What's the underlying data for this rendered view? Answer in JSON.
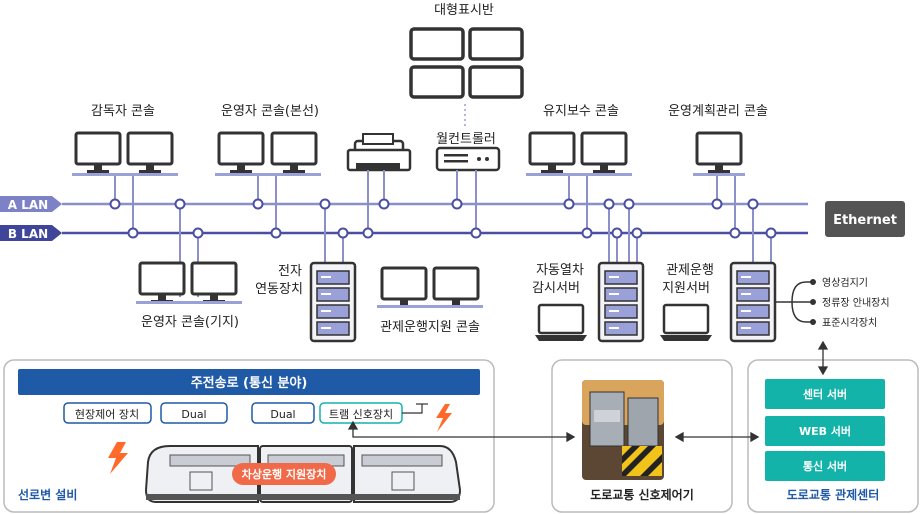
{
  "top": {
    "display_label": "대형표시반",
    "wallctrl_label": "월컨트롤러",
    "ethernet": "Ethernet"
  },
  "lan": {
    "a": "A LAN",
    "b": "B LAN"
  },
  "consoles": {
    "supervisor": "감독자 콘솔",
    "operator_main": "운영자 콘솔(본선)",
    "maintenance": "유지보수 콘솔",
    "planning": "운영계획관리 콘솔",
    "operator_depot": "운영자 콘솔(기지)",
    "control_support": "관제운행지원 콘솔"
  },
  "servers": {
    "interlock": [
      "전자",
      "연동장치"
    ],
    "train_monitor": [
      "자동열차",
      "감시서버"
    ],
    "control_support": [
      "관제운행",
      "지원서버"
    ]
  },
  "outputs": [
    "영상검지기",
    "정류장 안내장치",
    "표준시각장치"
  ],
  "wayside": {
    "banner": "주전송로 (통신 분야)",
    "site_control": "현장제어 장치",
    "dual1": "Dual",
    "dual2": "Dual",
    "tram_signal": "트램 신호장치",
    "onboard": "차상운행 지원장치",
    "caption": "선로변 설비"
  },
  "road_signal": {
    "caption": "도로교통 신호제어기"
  },
  "road_center": {
    "center_server": "센터 서버",
    "web_server": "WEB 서버",
    "comm_server": "통신 서버",
    "caption": "도로교통 관제센터"
  },
  "colors": {
    "lan_a": "#8b90c9",
    "lan_b": "#4a4fa3",
    "lan_label_a": "#7d82c6",
    "lan_label_b": "#3f4599",
    "ethernet": "#545454",
    "banner": "#1f5aa6",
    "teal": "#14b3a9",
    "onboard": "#f06a4a",
    "bolt": "#ff6a2a"
  }
}
